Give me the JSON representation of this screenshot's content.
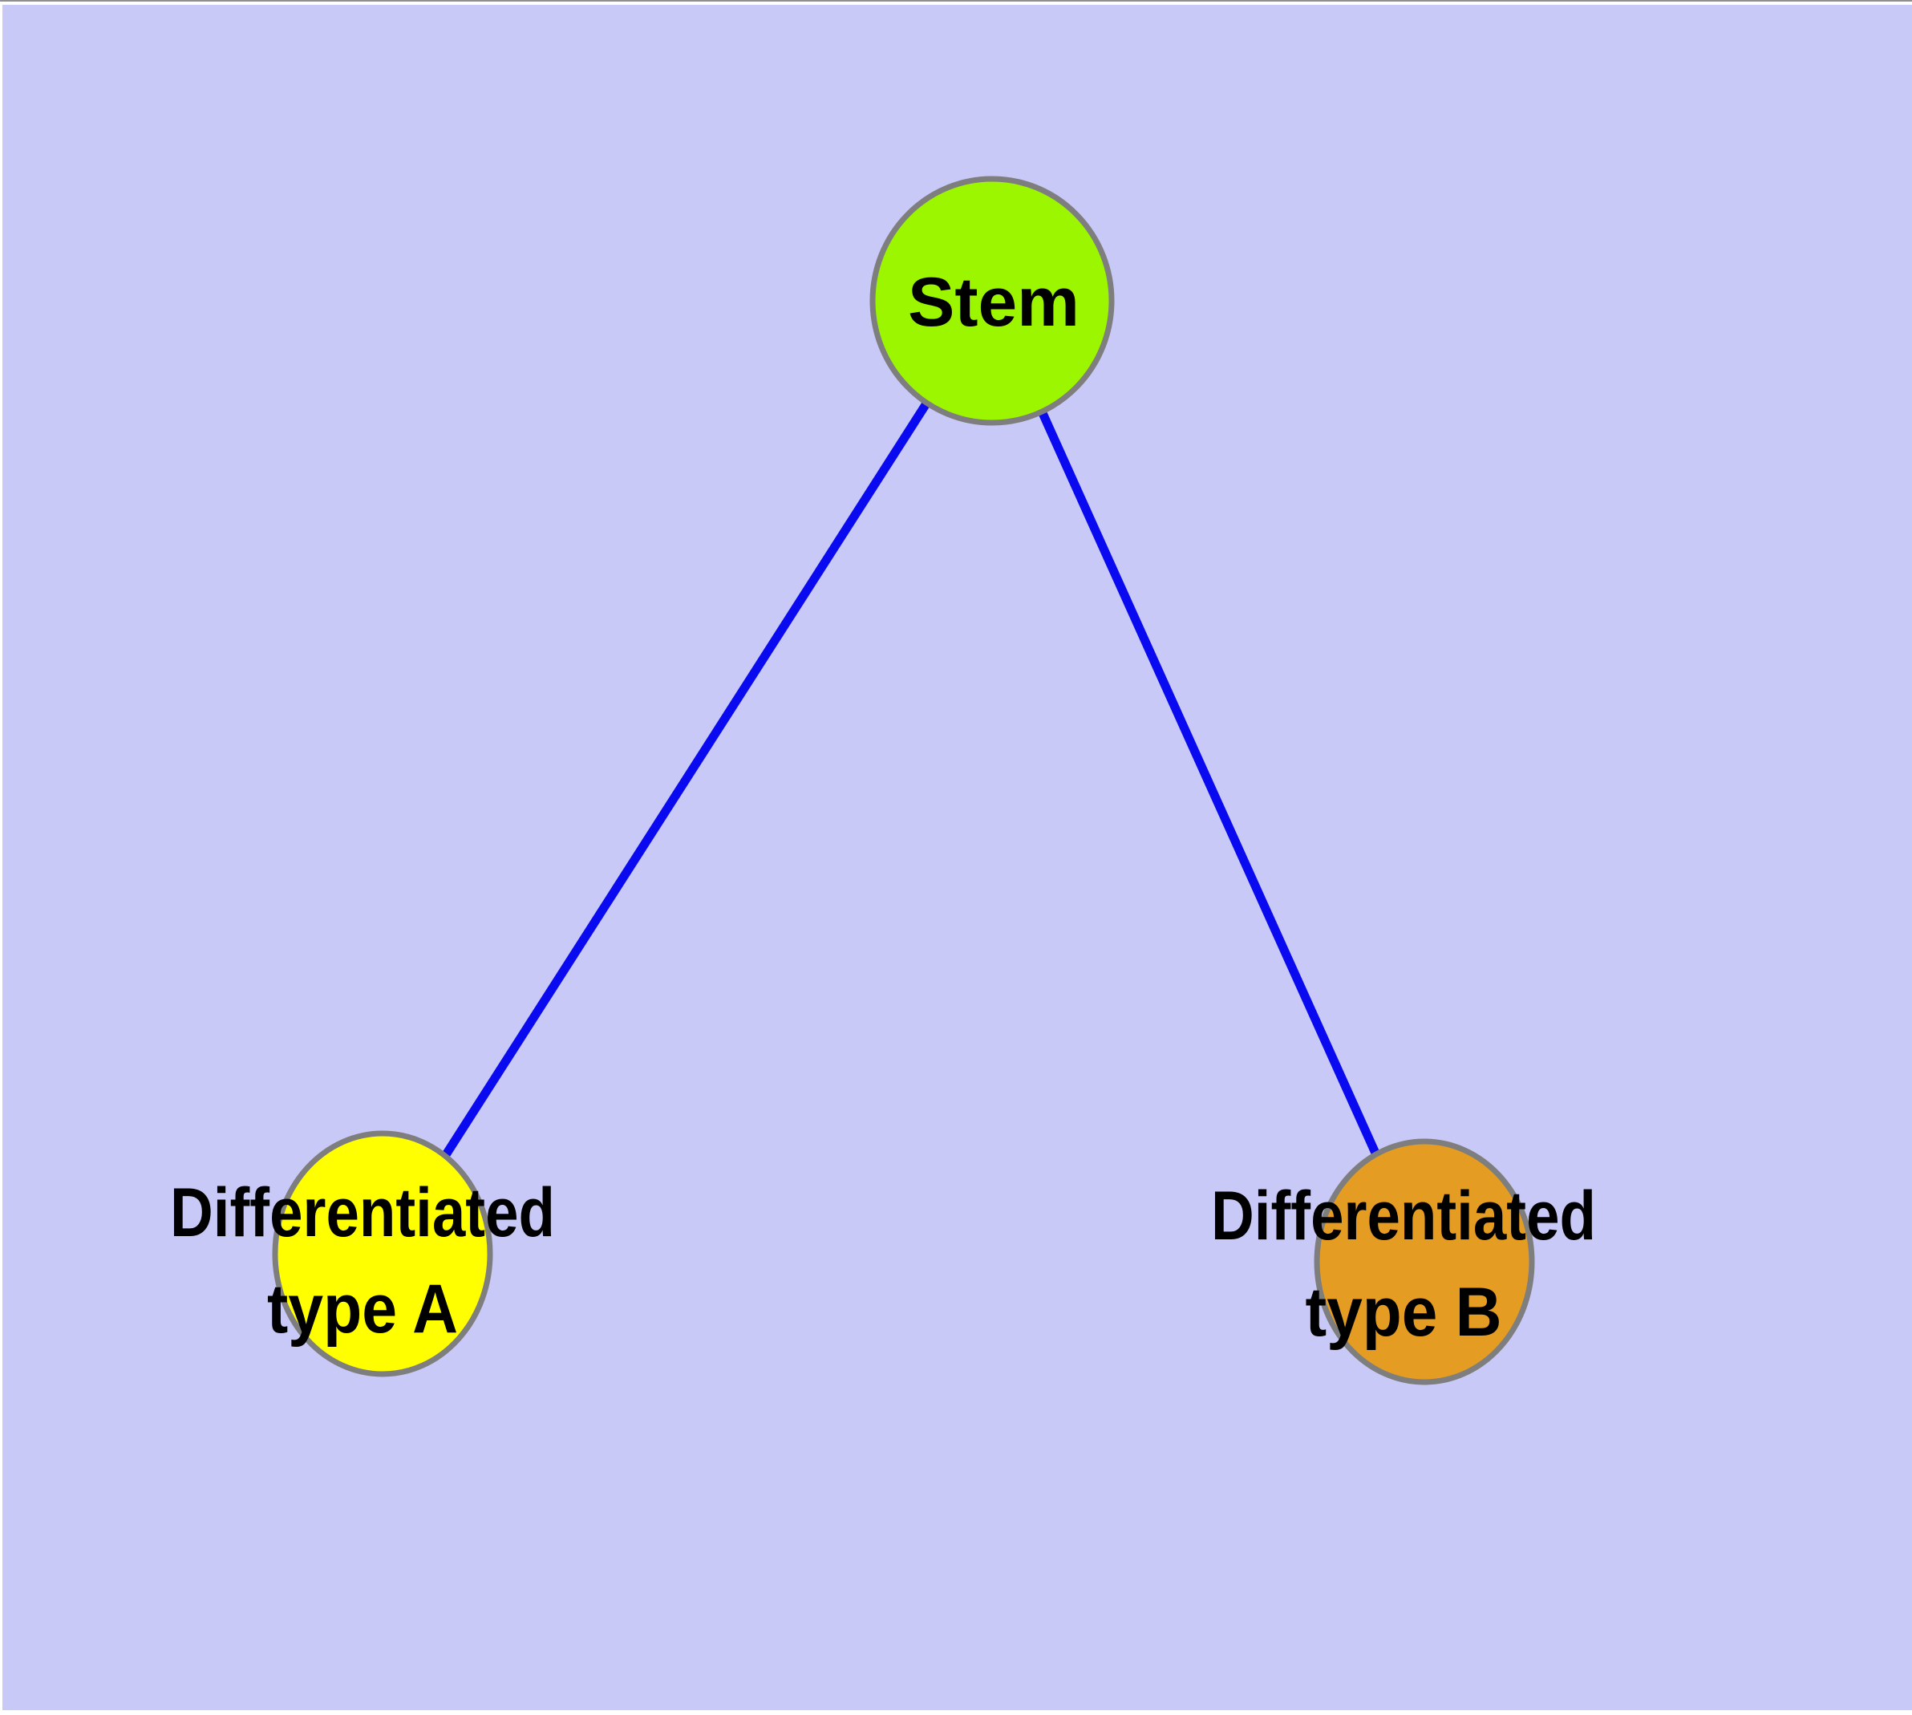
{
  "diagram": {
    "colors": {
      "background": "#C9C9F7",
      "edge": "#0A0AF0",
      "node_border": "#7E7E7E",
      "label_text": "#000000",
      "stem_fill": "#9CF600",
      "type_a_fill": "#FFFF00",
      "type_b_fill": "#E49C22"
    },
    "nodes": {
      "stem": {
        "label": "Stem",
        "fill": "#9CF600"
      },
      "type_a": {
        "label": "Differentiated type A",
        "label_line1": "Differentiated",
        "label_line2": "type A",
        "fill": "#FFFF00"
      },
      "type_b": {
        "label": "Differentiated type B",
        "label_line1": "Differentiated",
        "label_line2": "type B",
        "fill": "#E49C22"
      }
    },
    "edges": [
      {
        "from": "Stem",
        "to": "Differentiated type A"
      },
      {
        "from": "Stem",
        "to": "Differentiated type B"
      }
    ]
  }
}
